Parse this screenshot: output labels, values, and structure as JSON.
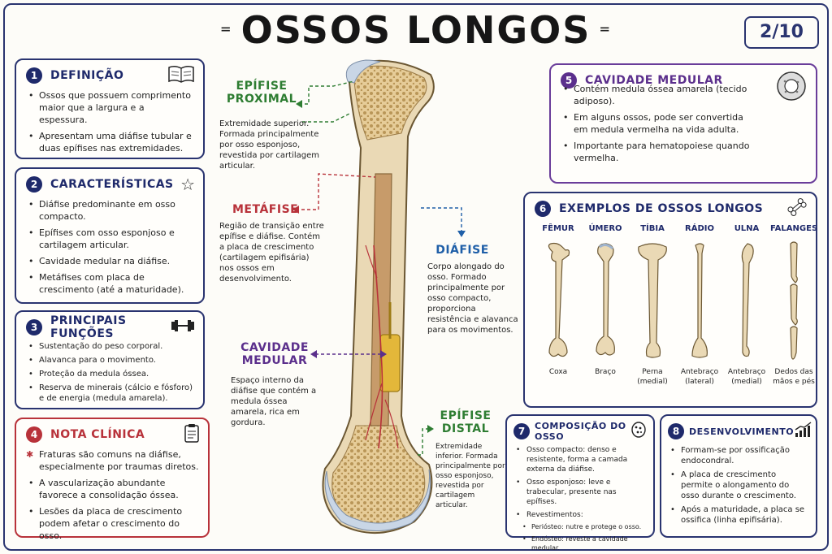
{
  "title": "OSSOS LONGOS",
  "page": "2/10",
  "definicao": {
    "num": "1",
    "title": "DEFINIÇÃO",
    "icon": "book-icon",
    "items": [
      "Ossos que possuem comprimento maior que a largura e a espessura.",
      "Apresentam uma diáfise tubular e duas epífises nas extremidades."
    ]
  },
  "caracteristicas": {
    "num": "2",
    "title": "CARACTERÍSTICAS",
    "icon": "star-icon",
    "items": [
      "Diáfise predominante em osso compacto.",
      "Epífises com osso esponjoso e cartilagem articular.",
      "Cavidade medular na diáfise.",
      "Metáfises com placa de crescimento (até a maturidade)."
    ]
  },
  "funcoes": {
    "num": "3",
    "title": "PRINCIPAIS FUNÇÕES",
    "icon": "dumbbell-icon",
    "items": [
      "Sustentação do peso corporal.",
      "Alavanca para o movimento.",
      "Proteção da medula óssea.",
      "Reserva de minerais (cálcio e fósforo) e de energia (medula amarela)."
    ]
  },
  "nota": {
    "num": "4",
    "title": "NOTA CLÍNICA",
    "icon": "clipboard-icon",
    "items": [
      "Fraturas são comuns na diáfise, especialmente por traumas diretos.",
      "A vascularização abundante favorece a consolidação óssea.",
      "Lesões da placa de crescimento podem afetar o crescimento do osso."
    ]
  },
  "cavidade": {
    "num": "5",
    "title": "CAVIDADE MEDULAR",
    "icon": "bone-cross-section-icon",
    "items": [
      "Contém medula óssea amarela (tecido adiposo).",
      "Em alguns ossos, pode ser convertida em medula vermelha na vida adulta.",
      "Importante para hematopoiese quando vermelha."
    ]
  },
  "exemplos": {
    "num": "6",
    "title": "EXEMPLOS DE OSSOS LONGOS",
    "icon": "bone-icon",
    "bones": [
      {
        "name": "FÊMUR",
        "sub": "Coxa"
      },
      {
        "name": "ÚMERO",
        "sub": "Braço"
      },
      {
        "name": "TÍBIA",
        "sub": "Perna (medial)"
      },
      {
        "name": "RÁDIO",
        "sub": "Antebraço (lateral)"
      },
      {
        "name": "ULNA",
        "sub": "Antebraço (medial)"
      },
      {
        "name": "FALANGES",
        "sub": "Dedos das mãos e pés"
      }
    ]
  },
  "composicao": {
    "num": "7",
    "title": "COMPOSIÇÃO DO OSSO",
    "icon": "sponge-icon",
    "items": [
      "Osso compacto: denso e resistente, forma a camada externa da diáfise.",
      "Osso esponjoso: leve e trabecular, presente nas epífises.",
      "Revestimentos:"
    ],
    "sub": [
      "Periósteo: nutre e protege o osso.",
      "Endósteo: reveste a cavidade medular."
    ]
  },
  "desenvolvimento": {
    "num": "8",
    "title": "DESENVOLVIMENTO",
    "icon": "growth-chart-icon",
    "items": [
      "Formam-se por ossificação endocondral.",
      "A placa de crescimento permite o alongamento do osso durante o crescimento.",
      "Após a maturidade, a placa se ossifica (linha epifisária)."
    ]
  },
  "diagram": {
    "epifise_proximal": {
      "label": "EPÍFISE PROXIMAL",
      "desc": "Extremidade superior. Formada principalmente por osso esponjoso, revestida por cartilagem articular."
    },
    "metafise": {
      "label": "METÁFISE",
      "desc": "Região de transição entre epífise e diáfise. Contém a placa de crescimento (cartilagem epifisária) nos ossos em desenvolvimento."
    },
    "diafise": {
      "label": "DIÁFISE",
      "desc": "Corpo alongado do osso. Formado principalmente por osso compacto, proporciona resistência e alavanca para os movimentos."
    },
    "cavidade_medular": {
      "label": "CAVIDADE MEDULAR",
      "desc": "Espaço interno da diáfise que contém a medula óssea amarela, rica em gordura."
    },
    "epifise_distal": {
      "label": "EPÍFISE DISTAL",
      "desc": "Extremidade inferior. Formada principalmente por osso esponjoso, revestida por cartilagem articular."
    }
  },
  "colors": {
    "navy": "#1f2a6b",
    "green": "#2e7d32",
    "red": "#b8323a",
    "blue": "#1f5fa8",
    "purple": "#5b2f8c",
    "bone": "#ead9b5",
    "cartilage": "#c9d6e6",
    "marrow": "#e3b73a"
  }
}
